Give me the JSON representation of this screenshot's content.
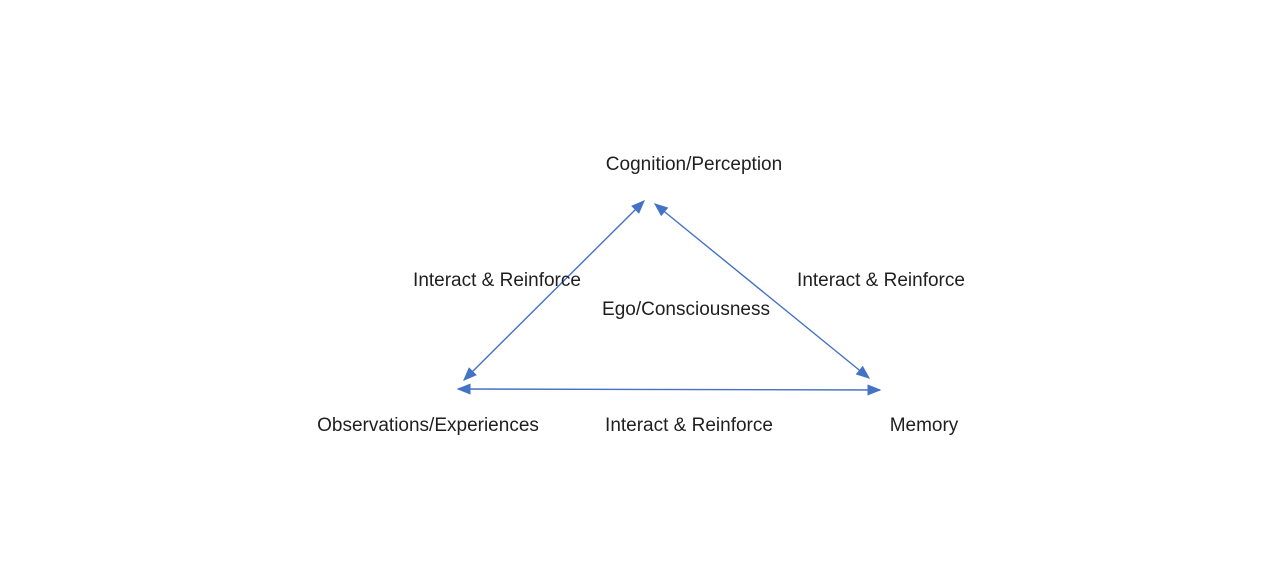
{
  "diagram": {
    "title": "Ego/Consciousness triangle diagram",
    "nodes": {
      "top": {
        "label": "Cognition/Perception"
      },
      "bottom_left": {
        "label": "Observations/Experiences"
      },
      "bottom_right": {
        "label": "Memory"
      },
      "center": {
        "label": "Ego/Consciousness"
      }
    },
    "edges": {
      "left": {
        "label": "Interact & Reinforce",
        "from": "Observations/Experiences",
        "to": "Cognition/Perception",
        "direction": "bidirectional"
      },
      "right": {
        "label": "Interact & Reinforce",
        "from": "Cognition/Perception",
        "to": "Memory",
        "direction": "bidirectional"
      },
      "bottom": {
        "label": "Interact & Reinforce",
        "from": "Observations/Experiences",
        "to": "Memory",
        "direction": "bidirectional"
      }
    },
    "colors": {
      "arrow": "#4472C4",
      "text": "#1f1f1f",
      "background": "#ffffff"
    }
  }
}
